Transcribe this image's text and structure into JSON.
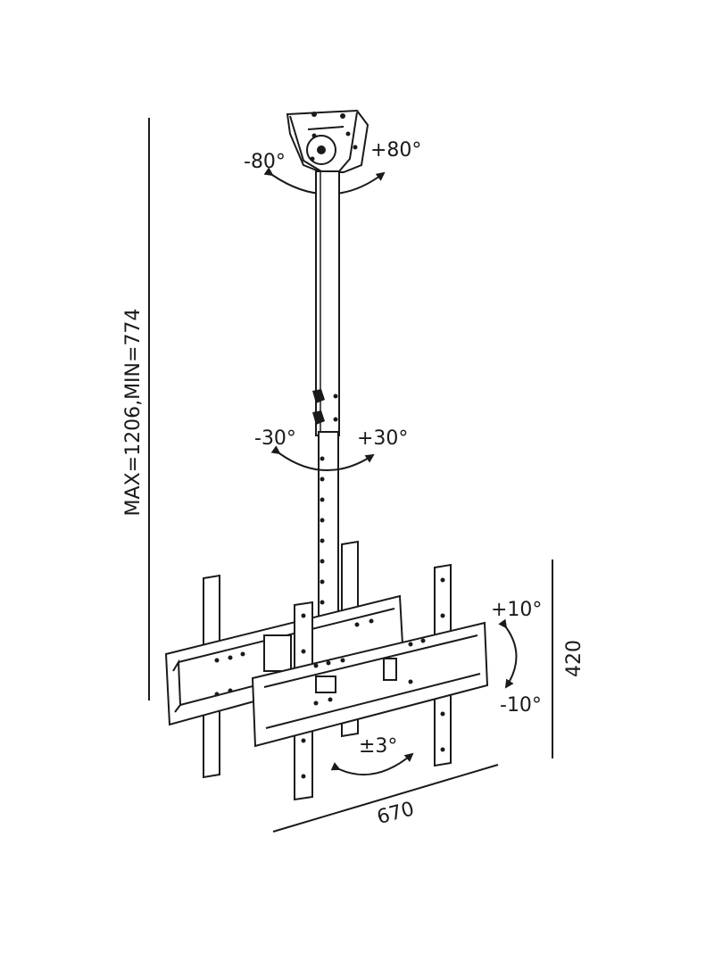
{
  "labels": {
    "height_dim": "MAX=1206,MIN=774",
    "top_left_angle": "-80°",
    "top_right_angle": "+80°",
    "mid_left_angle": "-30°",
    "mid_right_angle": "+30°",
    "tilt_up": "+10°",
    "tilt_down": "-10°",
    "panel_height": "420",
    "level_adjust": "±3°",
    "width_dim": "670"
  },
  "colors": {
    "line": "#1a1a1a",
    "background": "#ffffff"
  }
}
